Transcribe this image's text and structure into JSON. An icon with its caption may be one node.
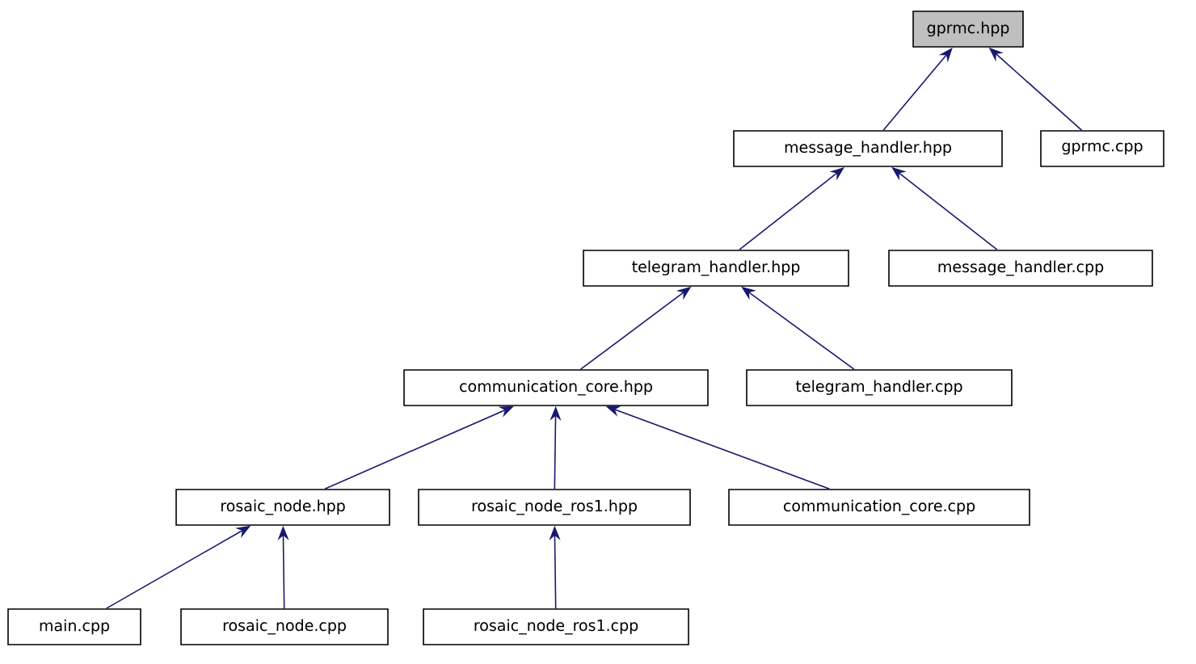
{
  "diagram": {
    "nodes": [
      {
        "text": [
          "gprmc.hpp"
        ]
      },
      {
        "text": [
          "message_handler.hpp"
        ]
      },
      {
        "text": [
          "gprmc.cpp"
        ]
      },
      {
        "text": [
          "telegram_handler.hpp"
        ]
      },
      {
        "text": [
          "message_handler.cpp"
        ]
      },
      {
        "text": [
          "communication_core.hpp"
        ]
      },
      {
        "text": [
          "telegram_handler.cpp"
        ]
      },
      {
        "text": [
          "rosaic_node.hpp"
        ]
      },
      {
        "text": [
          "rosaic_node_ros1.hpp"
        ]
      },
      {
        "text": [
          "communication_core.cpp"
        ]
      },
      {
        "text": [
          "main.cpp"
        ]
      },
      {
        "text": [
          "rosaic_node.cpp"
        ]
      },
      {
        "text": [
          "rosaic_node_ros1.cpp"
        ]
      }
    ],
    "edges": [
      {
        "from": 1,
        "to": 0,
        "arrow": "to"
      },
      {
        "from": 2,
        "to": 0,
        "arrow": "to"
      },
      {
        "from": 3,
        "to": 1,
        "arrow": "to"
      },
      {
        "from": 4,
        "to": 1,
        "arrow": "to"
      },
      {
        "from": 5,
        "to": 3,
        "arrow": "to"
      },
      {
        "from": 6,
        "to": 3,
        "arrow": "to"
      },
      {
        "from": 7,
        "to": 5,
        "arrow": "to"
      },
      {
        "from": 8,
        "to": 5,
        "arrow": "to"
      },
      {
        "from": 9,
        "to": 5,
        "arrow": "to"
      },
      {
        "from": 10,
        "to": 7,
        "arrow": "to"
      },
      {
        "from": 11,
        "to": 7,
        "arrow": "to"
      },
      {
        "from": 12,
        "to": 8,
        "arrow": "to"
      }
    ]
  }
}
